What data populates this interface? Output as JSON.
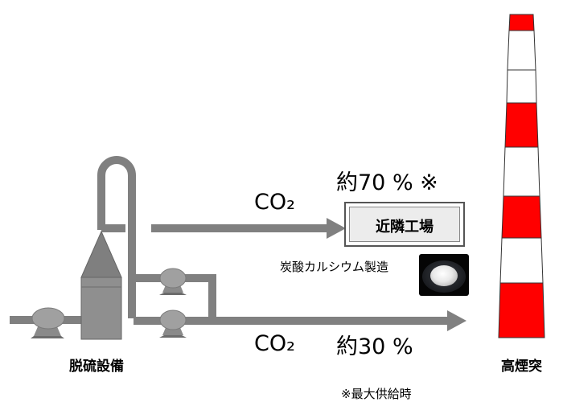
{
  "labels": {
    "co2_top": "CO₂",
    "co2_bottom": "CO₂",
    "pct_top": "約70 % ※",
    "pct_bottom": "約30 %",
    "plant": "近隣工場",
    "product": "炭酸カルシウム製造",
    "desulfurization": "脱硫設備",
    "stack": "高煙突",
    "footnote": "※最大供給時"
  },
  "icons": {
    "pump": "pump-icon",
    "stack": "chimney-icon",
    "photo": "calcium-carbonate-powder-photo"
  },
  "colors": {
    "pipe": "#808080",
    "equipment": "#8c8c8c",
    "stack_red": "#ff0000",
    "stack_white": "#ffffff",
    "text": "#000000"
  }
}
